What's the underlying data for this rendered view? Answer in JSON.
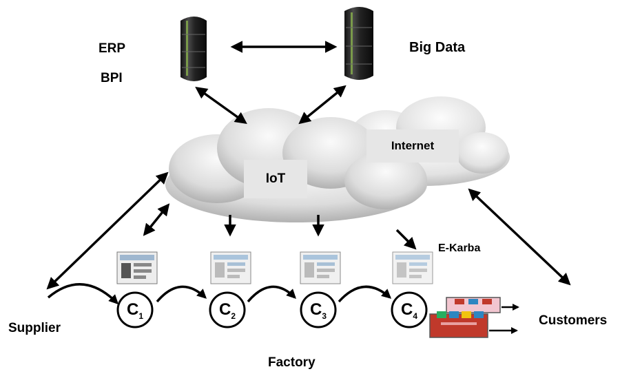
{
  "labels": {
    "erp": "ERP",
    "bpi": "BPI",
    "big_data": "Big Data",
    "internet": "Internet",
    "iot": "IoT",
    "e_karba": "E-Karba",
    "supplier": "Supplier",
    "customers": "Customers",
    "factory": "Factory"
  },
  "cells": [
    {
      "id": "c1",
      "symbol": "C",
      "sub": "1"
    },
    {
      "id": "c2",
      "symbol": "C",
      "sub": "2"
    },
    {
      "id": "c3",
      "symbol": "C",
      "sub": "3"
    },
    {
      "id": "c4",
      "symbol": "C",
      "sub": "4"
    }
  ],
  "colors": {
    "server_dark": "#2b2b2b",
    "server_green": "#7a9a4a",
    "cloud_light": "#f0f0f0",
    "cloud_dark": "#a8a8a8",
    "label_box": "#e6e6e6",
    "product_red": "#c0392b",
    "product_pink": "#f2c6d0",
    "arrow": "#000000"
  },
  "icons": [
    "server-icon",
    "cloud-icon",
    "monitor-icon",
    "cell-icon",
    "product-icon"
  ]
}
